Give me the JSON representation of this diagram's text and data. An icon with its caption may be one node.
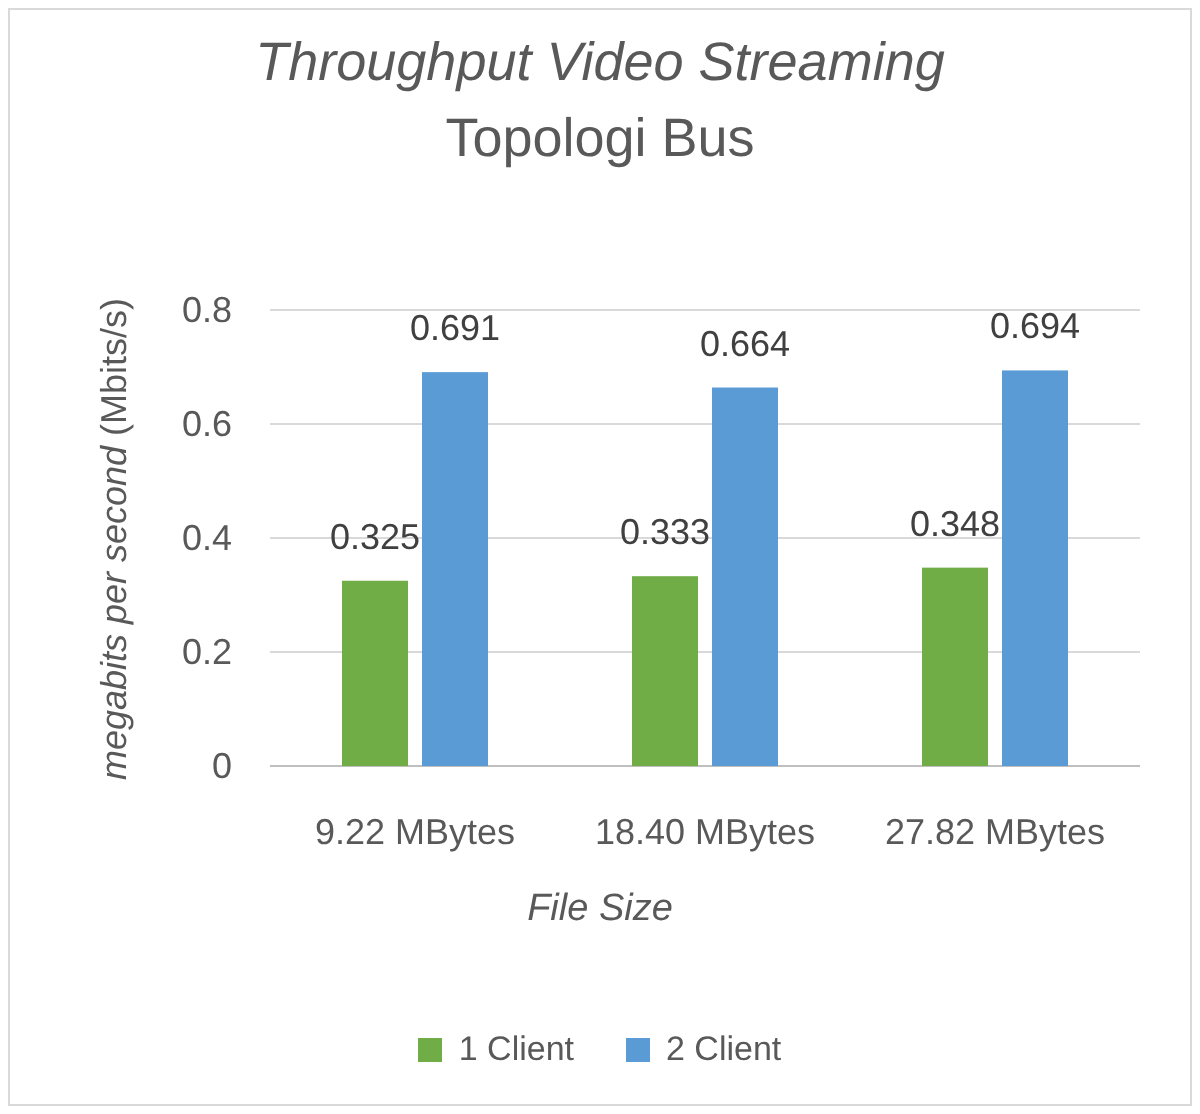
{
  "diagram": {
    "chart_data": {
      "type": "bar",
      "title": "*Throughput Video Streaming* Topologi Bus",
      "xlabel": "File Size",
      "ylabel": "*megabits per second* (Mbits/s)",
      "categories": [
        "9.22 MBytes",
        "18.40 MBytes",
        "27.82 MBytes"
      ],
      "series": [
        {
          "name": "1 Client",
          "color": "#70ad47",
          "values": [
            0.325,
            0.333,
            0.348
          ]
        },
        {
          "name": "2 Client",
          "color": "#5b9bd5",
          "values": [
            0.691,
            0.664,
            0.694
          ]
        }
      ],
      "grid": true,
      "legend": "bottom",
      "ylim": [
        0,
        0.8
      ],
      "yticks": [
        0,
        0.2,
        0.4,
        0.6,
        0.8
      ],
      "data_labels": true
    }
  }
}
